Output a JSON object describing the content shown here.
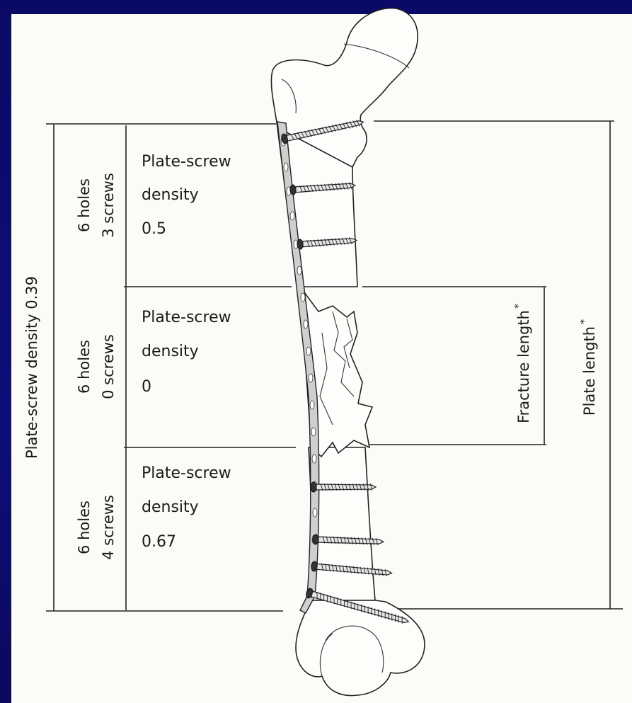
{
  "diagram": {
    "overall_label": "Plate-screw density 0.39",
    "sections": [
      {
        "holes": "6 holes",
        "screws": "3 screws",
        "density_title": "Plate-screw",
        "density_word": "density",
        "density_value": "0.5"
      },
      {
        "holes": "6 holes",
        "screws": "0 screws",
        "density_title": "Plate-screw",
        "density_word": "density",
        "density_value": "0"
      },
      {
        "holes": "6 holes",
        "screws": "4 screws",
        "density_title": "Plate-screw",
        "density_word": "density",
        "density_value": "0.67"
      }
    ],
    "fracture_length_label": "Fracture length",
    "plate_length_label": "Plate length",
    "asterisk": "*"
  },
  "colors": {
    "slide_background": "#0b0b6e",
    "paper": "#fbfbf8",
    "ink": "#1a1a1a"
  }
}
